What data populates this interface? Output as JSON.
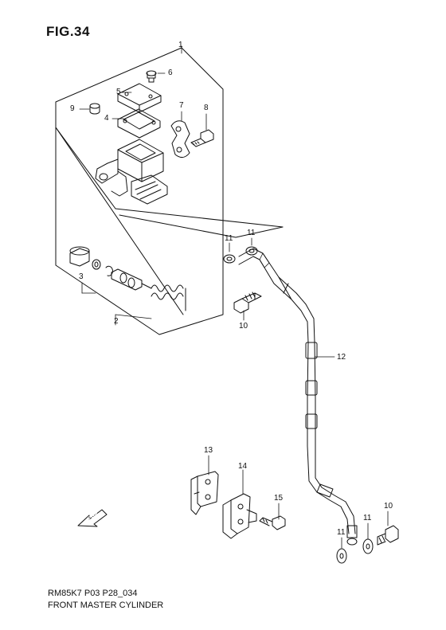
{
  "figure": {
    "title": "FIG.34",
    "code": "RM85K7 P03 P28_034",
    "caption": "FRONT MASTER CYLINDER"
  },
  "direction_arrow": {
    "label": "FWD"
  },
  "callouts": {
    "c1": "1",
    "c2": "2",
    "c3": "3",
    "c4": "4",
    "c5": "5",
    "c6": "6",
    "c7": "7",
    "c8": "8",
    "c9": "9",
    "c10a": "10",
    "c10b": "10",
    "c11a": "11",
    "c11b": "11",
    "c11c": "11",
    "c11d": "11",
    "c12": "12",
    "c13": "13",
    "c14": "14",
    "c15": "15"
  }
}
